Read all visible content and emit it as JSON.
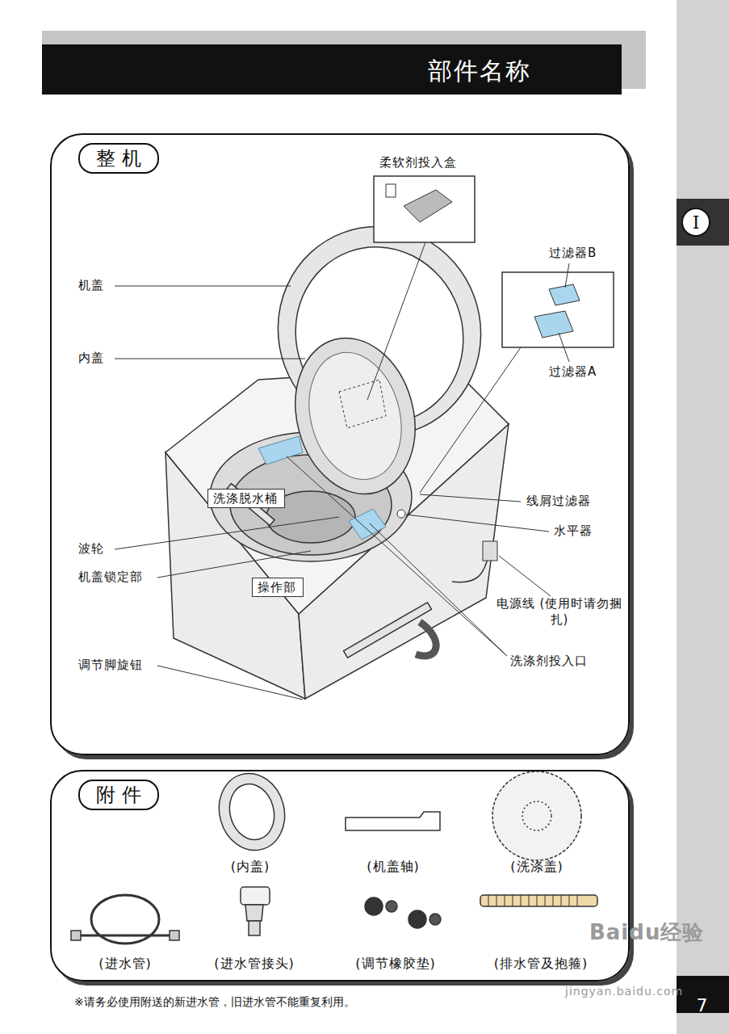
{
  "diagram": {
    "title": "部件名称",
    "nodes": [
      {
        "text": [
          "整 机"
        ]
      },
      {
        "text": [
          "洗涤脱水桶"
        ],
        "in": 0
      },
      {
        "text": [
          "操作部"
        ],
        "in": 0
      },
      {
        "text": [
          "附 件"
        ]
      },
      {
        "text": [
          "I"
        ]
      }
    ],
    "labels": [
      "柔软剂投入盒",
      "过滤器B",
      "机盖",
      "内盖",
      "过滤器A",
      "线屑过滤器",
      "水平器",
      "波轮",
      "机盖锁定部",
      "电源线 (使用时请勿捆扎)",
      "洗涤剂投入口",
      "调节脚旋钮",
      "(内盖)",
      "(机盖轴)",
      "(洗涤盖)",
      "(进水管)",
      "(进水管接头)",
      "(调节橡胶垫)",
      "(排水管及抱箍)",
      "※请务必使用附送的新进水管，旧进水管不能重复利用。",
      "Baidu经验",
      "jingyan.baidu.com",
      "7"
    ]
  }
}
